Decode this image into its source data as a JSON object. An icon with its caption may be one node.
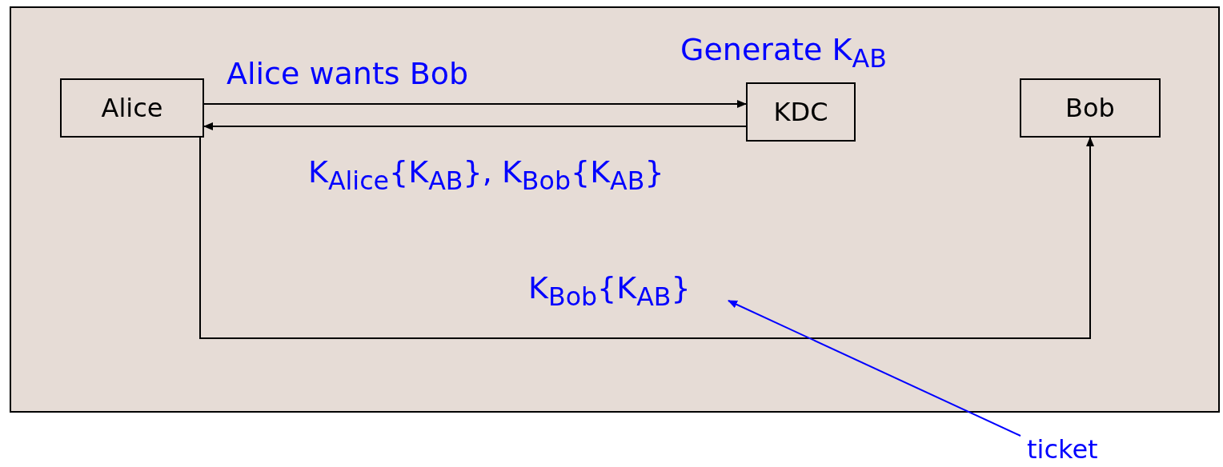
{
  "diagram": {
    "nodes": [
      {
        "text": [
          "Alice"
        ]
      },
      {
        "text": [
          "KDC"
        ],
        "beside": [
          "Generate K$_{AB}$"
        ]
      },
      {
        "text": [
          "Bob"
        ]
      },
      {
        "text": [
          "ticket"
        ]
      }
    ],
    "edges": [
      {
        "from": 0,
        "to": 1,
        "arrow": "to",
        "label": "Alice wants Bob"
      },
      {
        "from": 1,
        "to": 0,
        "arrow": "to",
        "label": "K$_{Alice}${K$_{AB}$}, K$_{Bob}${K$_{AB}$}"
      },
      {
        "from": 0,
        "to": 2,
        "arrow": "to",
        "label": "K$_{Bob}${K$_{AB}$}"
      },
      {
        "from": 3,
        "to": null,
        "arrow": "to",
        "color": "#0000ff"
      }
    ]
  }
}
